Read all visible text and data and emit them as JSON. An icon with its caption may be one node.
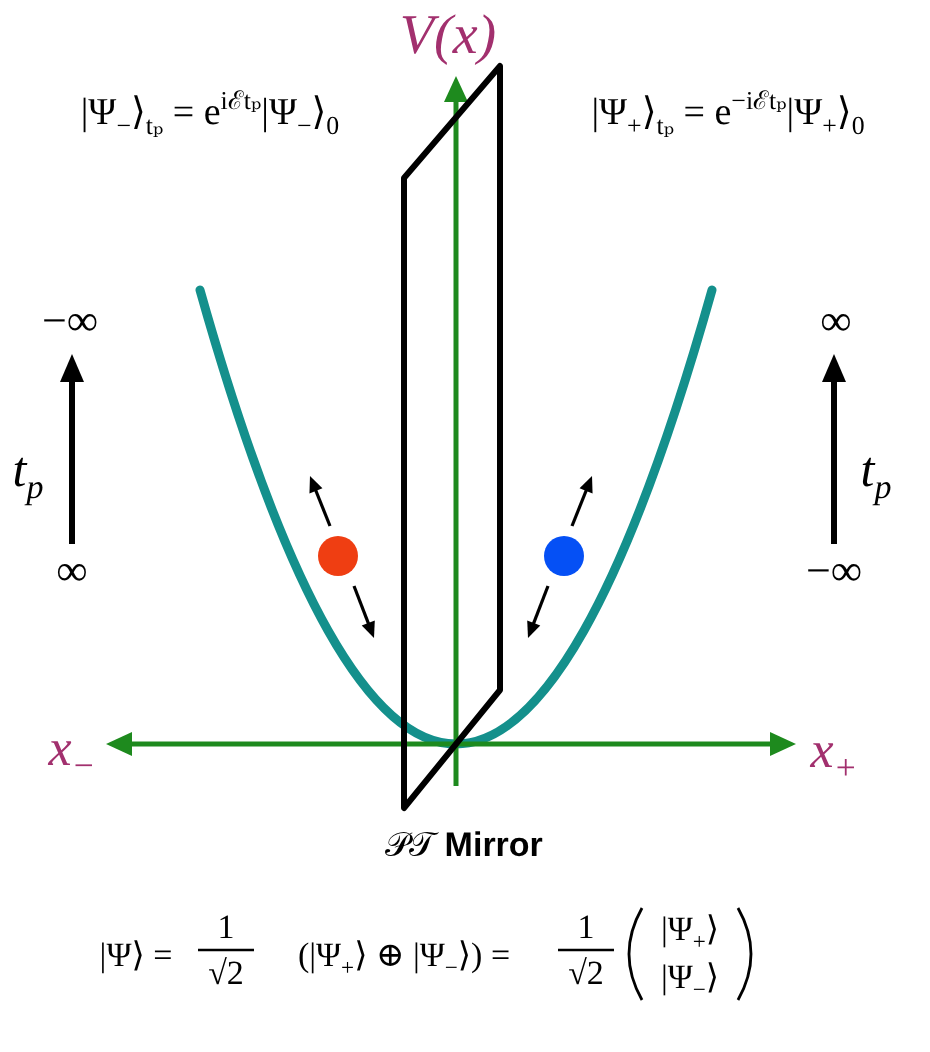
{
  "diagram": {
    "labels": [
      "V(x)",
      "|Ψ$_{−}$⟩$_{tₚ}$ = e$^{iℰtₚ}$|Ψ$_{−}$⟩$_{0}$",
      "|Ψ$_{+}$⟩$_{tₚ}$ = e$^{−iℰtₚ}$|Ψ$_{+}$⟩$_{0}$",
      "−∞",
      "∞",
      "t$_{p}$",
      "t$_{p}$",
      "∞",
      "−∞",
      "x$_{−}$",
      "x$_{+}$",
      "𝒫𝒯 **Mirror**",
      "|Ψ⟩ =",
      "1",
      "√2",
      "(|Ψ$_{+}$⟩ ⊕ |Ψ$_{−}$⟩) =",
      "1",
      "√2",
      "|Ψ$_{+}$⟩",
      "|Ψ$_{−}$⟩"
    ]
  }
}
